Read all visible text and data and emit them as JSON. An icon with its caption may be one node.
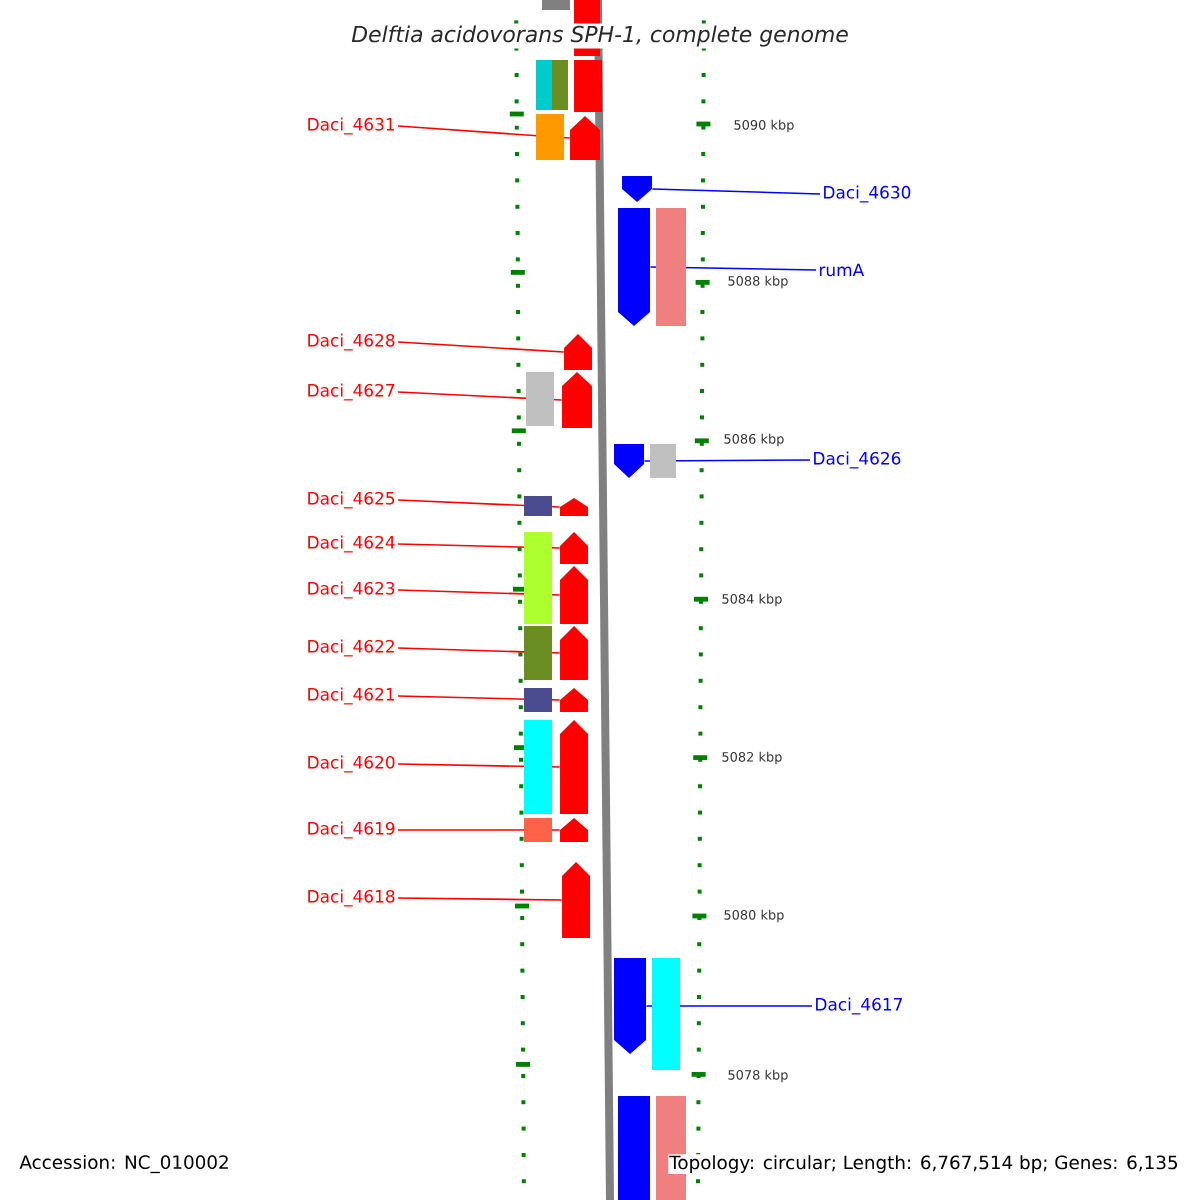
{
  "diagram": {
    "title": "Delftia acidovorans SPH-1, complete genome",
    "nodes": [
      {
        "text": [
          "Daci_4631"
        ]
      },
      {
        "text": [],
        "shape": "pentagon"
      },
      {
        "text": [
          "Daci_4630"
        ]
      },
      {
        "text": [],
        "shape": "pentagon"
      },
      {
        "text": [
          "rumA"
        ]
      },
      {
        "text": [],
        "shape": "pentagon"
      },
      {
        "text": [
          "Daci_4628"
        ]
      },
      {
        "text": [],
        "shape": "pentagon"
      },
      {
        "text": [
          "Daci_4627"
        ]
      },
      {
        "text": [],
        "shape": "pentagon"
      },
      {
        "text": [
          "Daci_4626"
        ]
      },
      {
        "text": [],
        "shape": "pentagon"
      },
      {
        "text": [
          "Daci_4625"
        ]
      },
      {
        "text": [],
        "shape": "pentagon"
      },
      {
        "text": [
          "Daci_4624"
        ]
      },
      {
        "text": [],
        "shape": "pentagon"
      },
      {
        "text": [
          "Daci_4623"
        ]
      },
      {
        "text": [],
        "shape": "pentagon"
      },
      {
        "text": [
          "Daci_4622"
        ]
      },
      {
        "text": [],
        "shape": "pentagon"
      },
      {
        "text": [
          "Daci_4621"
        ]
      },
      {
        "text": [],
        "shape": "pentagon"
      },
      {
        "text": [
          "Daci_4620"
        ]
      },
      {
        "text": [],
        "shape": "pentagon"
      },
      {
        "text": [
          "Daci_4619"
        ]
      },
      {
        "text": [],
        "shape": "pentagon"
      },
      {
        "text": [
          "Daci_4618"
        ]
      },
      {
        "text": [],
        "shape": "pentagon"
      },
      {
        "text": [
          "Daci_4617"
        ]
      },
      {
        "text": [],
        "shape": "pentagon"
      }
    ],
    "edges": [
      {
        "from": 0,
        "to": 1,
        "arrow": "none"
      },
      {
        "from": 2,
        "to": 3,
        "arrow": "none",
        "color": "#0000ff"
      },
      {
        "from": 4,
        "to": 5,
        "arrow": "none",
        "color": "#0000ff"
      },
      {
        "from": 6,
        "to": 7,
        "arrow": "none"
      },
      {
        "from": 8,
        "to": 9,
        "arrow": "none"
      },
      {
        "from": 10,
        "to": 11,
        "arrow": "none",
        "color": "#0000ff"
      },
      {
        "from": 12,
        "to": 13,
        "arrow": "none"
      },
      {
        "from": 14,
        "to": 15,
        "arrow": "none"
      },
      {
        "from": 16,
        "to": 17,
        "arrow": "none"
      },
      {
        "from": 18,
        "to": 19,
        "arrow": "none"
      },
      {
        "from": 20,
        "to": 21,
        "arrow": "none"
      },
      {
        "from": 22,
        "to": 23,
        "arrow": "none"
      },
      {
        "from": 24,
        "to": 25,
        "arrow": "none"
      },
      {
        "from": 26,
        "to": 27,
        "arrow": "none"
      },
      {
        "from": 28,
        "to": 29,
        "arrow": "none",
        "color": "#0000ff"
      }
    ],
    "labels": [
      "5090 kbp",
      "5088 kbp",
      "5086 kbp",
      "5084 kbp",
      "5082 kbp",
      "5080 kbp",
      "5078 kbp",
      "Accession: NC_010002",
      "Topology: circular; Length: 6,767,514 bp; Genes: 6,135"
    ]
  }
}
